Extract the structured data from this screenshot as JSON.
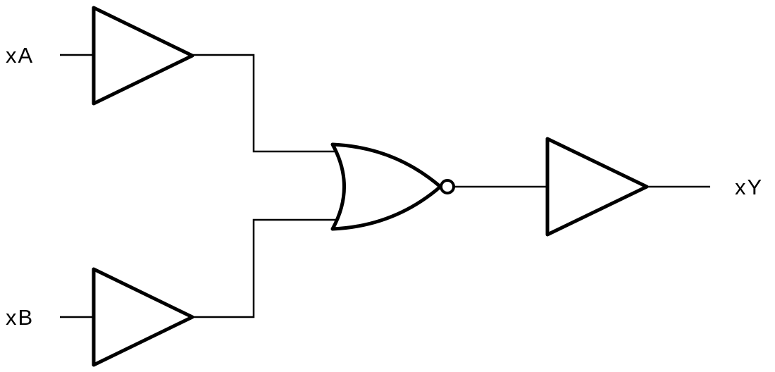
{
  "diagram": {
    "kind": "logic-circuit",
    "background_color": "#ffffff",
    "stroke_color": "#000000",
    "inputs": [
      {
        "id": "A",
        "label": "xA"
      },
      {
        "id": "B",
        "label": "xB"
      }
    ],
    "output": {
      "id": "Y",
      "label": "xY"
    },
    "gates": [
      {
        "id": "buffer-a",
        "type": "buffer",
        "connects": "input xA"
      },
      {
        "id": "buffer-b",
        "type": "buffer",
        "connects": "input xB"
      },
      {
        "id": "nor-gate",
        "type": "NOR",
        "connects": "buffer-a, buffer-b"
      },
      {
        "id": "buffer-y",
        "type": "buffer",
        "connects": "output xY"
      }
    ]
  }
}
